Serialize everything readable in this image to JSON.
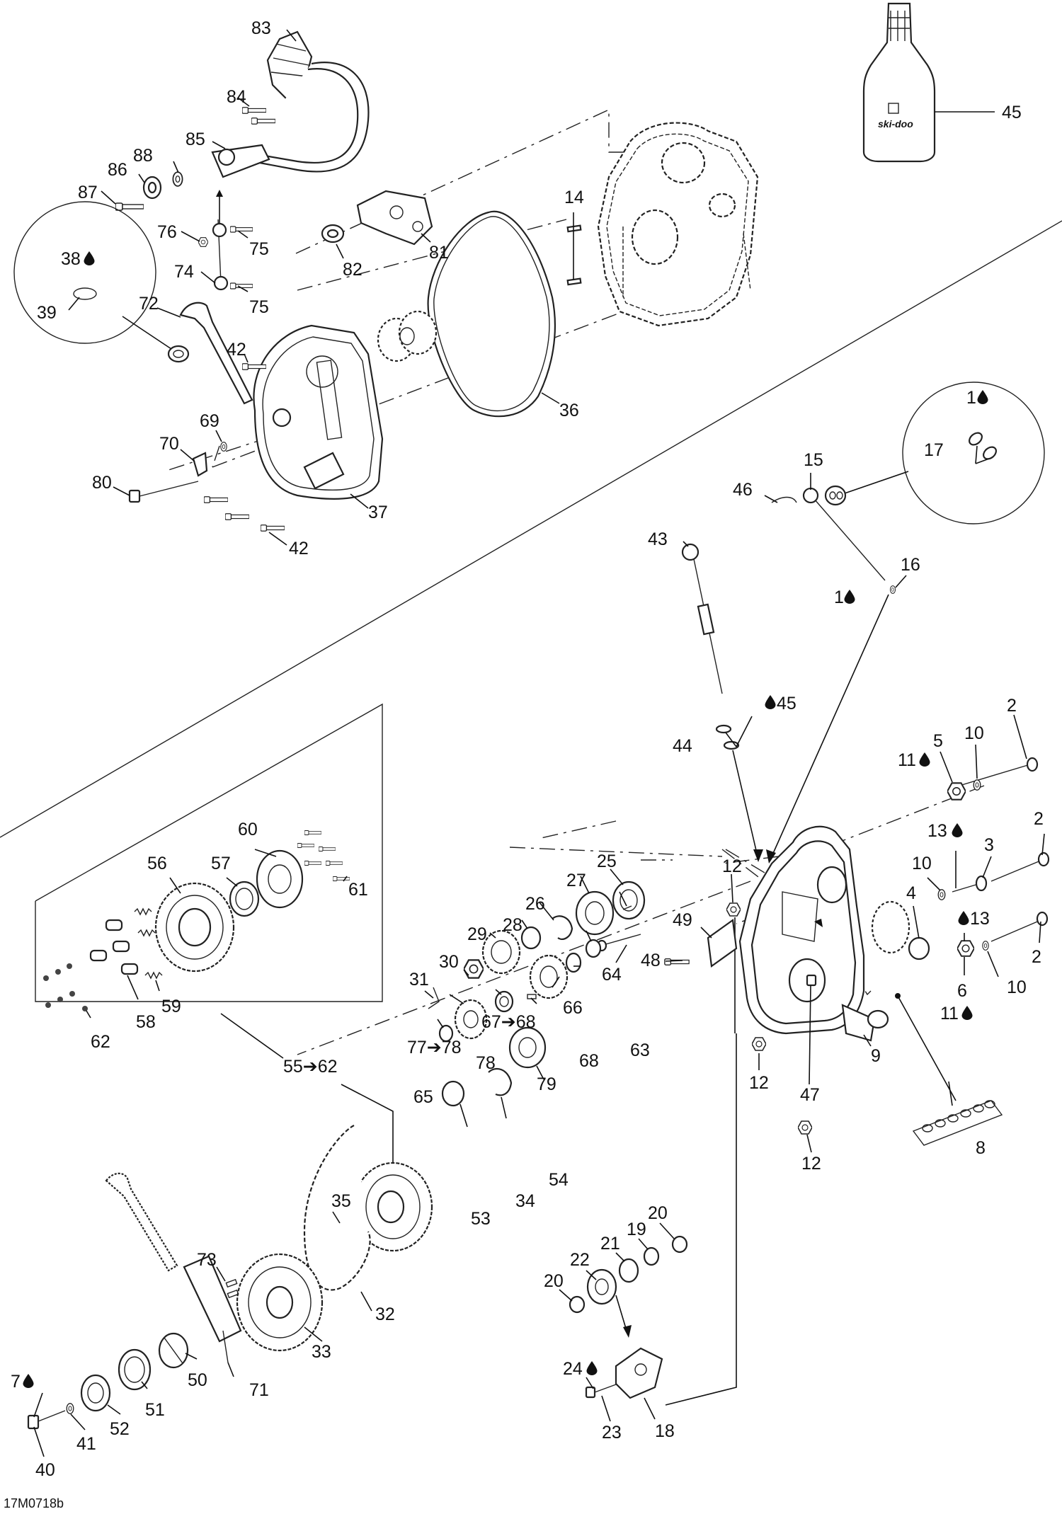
{
  "diagram": {
    "code": "17M0718b",
    "bottle_brand": "ski-doo",
    "labels": [
      {
        "id": "83",
        "text": "83"
      },
      {
        "id": "84",
        "text": "84"
      },
      {
        "id": "85",
        "text": "85"
      },
      {
        "id": "88",
        "text": "88"
      },
      {
        "id": "86",
        "text": "86"
      },
      {
        "id": "87",
        "text": "87"
      },
      {
        "id": "76",
        "text": "76"
      },
      {
        "id": "75a",
        "text": "75"
      },
      {
        "id": "74",
        "text": "74"
      },
      {
        "id": "75b",
        "text": "75"
      },
      {
        "id": "72",
        "text": "72"
      },
      {
        "id": "38",
        "text": "38"
      },
      {
        "id": "39",
        "text": "39"
      },
      {
        "id": "42a",
        "text": "42"
      },
      {
        "id": "69",
        "text": "69"
      },
      {
        "id": "70",
        "text": "70"
      },
      {
        "id": "80",
        "text": "80"
      },
      {
        "id": "37",
        "text": "37"
      },
      {
        "id": "42b",
        "text": "42"
      },
      {
        "id": "36",
        "text": "36"
      },
      {
        "id": "82",
        "text": "82"
      },
      {
        "id": "81",
        "text": "81"
      },
      {
        "id": "14",
        "text": "14"
      },
      {
        "id": "45a",
        "text": "45"
      },
      {
        "id": "1a",
        "text": "1"
      },
      {
        "id": "17",
        "text": "17"
      },
      {
        "id": "15",
        "text": "15"
      },
      {
        "id": "46",
        "text": "46"
      },
      {
        "id": "16",
        "text": "16"
      },
      {
        "id": "1b",
        "text": "1"
      },
      {
        "id": "43",
        "text": "43"
      },
      {
        "id": "45b",
        "text": "45"
      },
      {
        "id": "44",
        "text": "44"
      },
      {
        "id": "2a",
        "text": "2"
      },
      {
        "id": "10a",
        "text": "10"
      },
      {
        "id": "5",
        "text": "5"
      },
      {
        "id": "11a",
        "text": "11"
      },
      {
        "id": "13a",
        "text": "13"
      },
      {
        "id": "2b",
        "text": "2"
      },
      {
        "id": "3",
        "text": "3"
      },
      {
        "id": "10b",
        "text": "10"
      },
      {
        "id": "4",
        "text": "4"
      },
      {
        "id": "13b",
        "text": "13"
      },
      {
        "id": "2c",
        "text": "2"
      },
      {
        "id": "6",
        "text": "6"
      },
      {
        "id": "10c",
        "text": "10"
      },
      {
        "id": "11b",
        "text": "11"
      },
      {
        "id": "9",
        "text": "9"
      },
      {
        "id": "12a",
        "text": "12"
      },
      {
        "id": "12b",
        "text": "12"
      },
      {
        "id": "47",
        "text": "47"
      },
      {
        "id": "12c",
        "text": "12"
      },
      {
        "id": "8",
        "text": "8"
      },
      {
        "id": "49",
        "text": "49"
      },
      {
        "id": "48",
        "text": "48"
      },
      {
        "id": "25",
        "text": "25"
      },
      {
        "id": "27",
        "text": "27"
      },
      {
        "id": "26",
        "text": "26"
      },
      {
        "id": "28",
        "text": "28"
      },
      {
        "id": "29",
        "text": "29"
      },
      {
        "id": "30",
        "text": "30"
      },
      {
        "id": "31",
        "text": "31"
      },
      {
        "id": "64",
        "text": "64"
      },
      {
        "id": "66",
        "text": "66"
      },
      {
        "id": "67-68",
        "text": "67➔68"
      },
      {
        "id": "63",
        "text": "63"
      },
      {
        "id": "68",
        "text": "68"
      },
      {
        "id": "77-78",
        "text": "77➔78"
      },
      {
        "id": "78",
        "text": "78"
      },
      {
        "id": "79",
        "text": "79"
      },
      {
        "id": "65",
        "text": "65"
      },
      {
        "id": "54",
        "text": "54"
      },
      {
        "id": "34",
        "text": "34"
      },
      {
        "id": "53",
        "text": "53"
      },
      {
        "id": "55-62",
        "text": "55➔62"
      },
      {
        "id": "60",
        "text": "60"
      },
      {
        "id": "56",
        "text": "56"
      },
      {
        "id": "57",
        "text": "57"
      },
      {
        "id": "61",
        "text": "61"
      },
      {
        "id": "58",
        "text": "58"
      },
      {
        "id": "59",
        "text": "59"
      },
      {
        "id": "62",
        "text": "62"
      },
      {
        "id": "35",
        "text": "35"
      },
      {
        "id": "32",
        "text": "32"
      },
      {
        "id": "73",
        "text": "73"
      },
      {
        "id": "33",
        "text": "33"
      },
      {
        "id": "71",
        "text": "71"
      },
      {
        "id": "50",
        "text": "50"
      },
      {
        "id": "51",
        "text": "51"
      },
      {
        "id": "52",
        "text": "52"
      },
      {
        "id": "41",
        "text": "41"
      },
      {
        "id": "7",
        "text": "7"
      },
      {
        "id": "40",
        "text": "40"
      },
      {
        "id": "20a",
        "text": "20"
      },
      {
        "id": "19",
        "text": "19"
      },
      {
        "id": "21",
        "text": "21"
      },
      {
        "id": "22",
        "text": "22"
      },
      {
        "id": "20b",
        "text": "20"
      },
      {
        "id": "24",
        "text": "24"
      },
      {
        "id": "23",
        "text": "23"
      },
      {
        "id": "18",
        "text": "18"
      }
    ]
  }
}
